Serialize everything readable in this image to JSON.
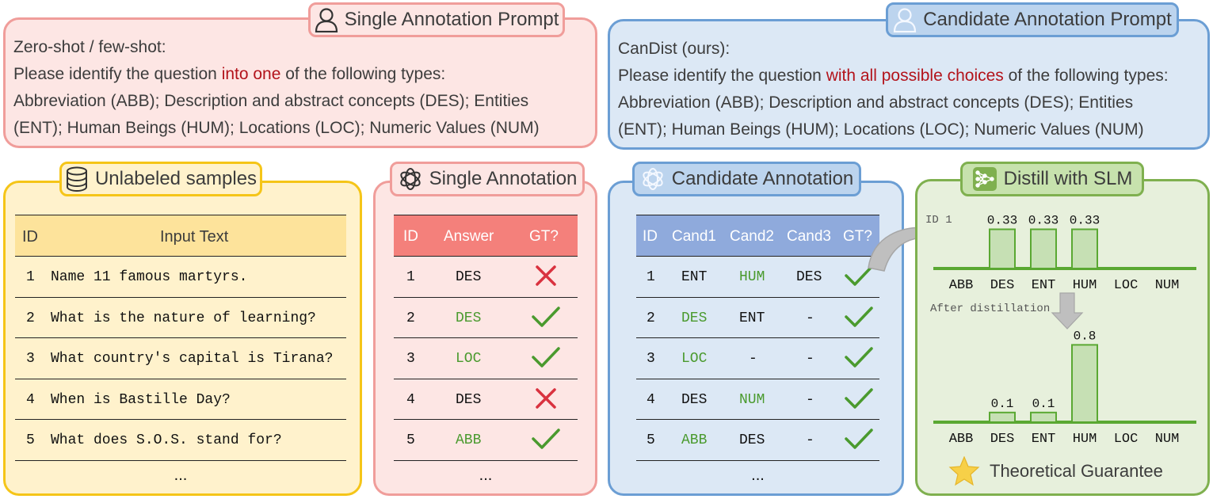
{
  "single_prompt": {
    "title": "Single Annotation Prompt",
    "line1": "Zero-shot / few-shot:",
    "line2_pre": "Please identify the question ",
    "line2_hl": "into one",
    "line2_post": " of the following types:",
    "line3": "Abbreviation (ABB); Description and abstract concepts (DES); Entities",
    "line4": "(ENT); Human Beings (HUM); Locations (LOC); Numeric Values (NUM)"
  },
  "candidate_prompt": {
    "title": "Candidate Annotation Prompt",
    "line1": "CanDist (ours):",
    "line2_pre": "Please identify the question ",
    "line2_hl": "with all possible choices",
    "line2_post": " of the following types:",
    "line3": "Abbreviation (ABB); Description and abstract concepts (DES); Entities",
    "line4": "(ENT); Human Beings (HUM); Locations (LOC); Numeric Values (NUM)"
  },
  "unlabeled": {
    "title": "Unlabeled samples",
    "col_id": "ID",
    "col_text": "Input Text",
    "rows": [
      {
        "id": "1",
        "text": "Name 11 famous martyrs."
      },
      {
        "id": "2",
        "text": "What is the nature of learning?"
      },
      {
        "id": "3",
        "text": "What country's capital is Tirana?"
      },
      {
        "id": "4",
        "text": "When is Bastille Day?"
      },
      {
        "id": "5",
        "text": "What does S.O.S. stand for?"
      }
    ],
    "ellipsis": "..."
  },
  "single_annotation": {
    "title": "Single Annotation",
    "col_id": "ID",
    "col_answer": "Answer",
    "col_gt": "GT?",
    "rows": [
      {
        "id": "1",
        "answer": "DES",
        "correct": false
      },
      {
        "id": "2",
        "answer": "DES",
        "correct": true
      },
      {
        "id": "3",
        "answer": "LOC",
        "correct": true
      },
      {
        "id": "4",
        "answer": "DES",
        "correct": false
      },
      {
        "id": "5",
        "answer": "ABB",
        "correct": true
      }
    ],
    "ellipsis": "..."
  },
  "candidate_annotation": {
    "title": "Candidate Annotation",
    "col_id": "ID",
    "col_c1": "Cand1",
    "col_c2": "Cand2",
    "col_c3": "Cand3",
    "col_gt": "GT?",
    "rows": [
      {
        "id": "1",
        "c1": "ENT",
        "c1g": false,
        "c2": "HUM",
        "c2g": true,
        "c3": "DES",
        "c3g": false
      },
      {
        "id": "2",
        "c1": "DES",
        "c1g": true,
        "c2": "ENT",
        "c2g": false,
        "c3": "-",
        "c3g": false
      },
      {
        "id": "3",
        "c1": "LOC",
        "c1g": true,
        "c2": "-",
        "c2g": false,
        "c3": "-",
        "c3g": false
      },
      {
        "id": "4",
        "c1": "DES",
        "c1g": false,
        "c2": "NUM",
        "c2g": true,
        "c3": "-",
        "c3g": false
      },
      {
        "id": "5",
        "c1": "ABB",
        "c1g": true,
        "c2": "DES",
        "c2g": false,
        "c3": "-",
        "c3g": false
      }
    ],
    "ellipsis": "..."
  },
  "distill": {
    "title": "Distill with SLM",
    "id_label": "ID 1",
    "after_label": "After distillation",
    "categories": [
      "ABB",
      "DES",
      "ENT",
      "HUM",
      "LOC",
      "NUM"
    ],
    "before": {
      "values": [
        0,
        0.33,
        0.33,
        0.33,
        0,
        0
      ],
      "labels": [
        "",
        "0.33",
        "0.33",
        "0.33",
        "",
        ""
      ]
    },
    "after": {
      "values": [
        0,
        0.1,
        0.1,
        0.8,
        0,
        0
      ],
      "labels": [
        "",
        "0.1",
        "0.1",
        "0.8",
        "",
        ""
      ]
    },
    "guarantee": "Theoretical Guarantee"
  },
  "colors": {
    "red_border": "#f09d9a",
    "red_bg": "#fde6e4",
    "blue_border": "#6b9ed4",
    "blue_bg": "#dce8f5",
    "yellow_border": "#f5c518",
    "yellow_bg": "#fff2cc",
    "green_border": "#7fb04f",
    "green_bg": "#e7f0dc",
    "green_text": "#4a9a2e",
    "cross": "#d9323f",
    "bar_fill": "#c6e0b4",
    "bar_stroke": "#5aa832"
  }
}
